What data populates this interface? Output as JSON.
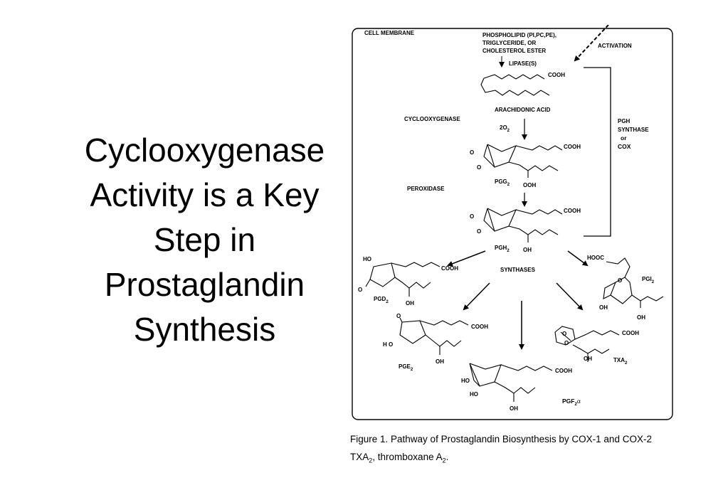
{
  "title": {
    "lines": [
      "Cyclooxygenase",
      "Activity is a Key",
      "Step in",
      "Prostaglandin",
      "Synthesis"
    ]
  },
  "figure": {
    "cell_membrane": "CELL MEMBRANE",
    "phospholipid": [
      "PHOSPHOLIPID (PI,PC,PE),",
      "TRIGLYCERIDE, OR",
      "CHOLESTEROL ESTER"
    ],
    "activation": "ACTIVATION",
    "lipase": "LIPASE(S)",
    "cooh": "COOH",
    "arachidonic_acid": "ARACHIDONIC ACID",
    "cyclooxygenase": "CYCLOOXYGENASE",
    "o2": "2O",
    "o2_sub": "2",
    "peroxidase": "PEROXIDASE",
    "pgh_synthase": [
      "PGH",
      "SYNTHASE",
      "or",
      "COX"
    ],
    "pgg2": "PGG",
    "pgg2_sub": "2",
    "ooh": "OOH",
    "pgh2": "PGH",
    "pgh2_sub": "2",
    "oh": "OH",
    "synthases": "SYNTHASES",
    "ho": "HO",
    "h_o": "H O",
    "o": "O",
    "hooc": "HOOC",
    "pgd2": "PGD",
    "pgd2_sub": "2",
    "pgi2": "PGI",
    "pgi2_sub": "2",
    "pge2": "PGE",
    "pge2_sub": "2",
    "txa2": "TXA",
    "txa2_sub": "2",
    "pgf2a": "PGF",
    "pgf2a_sub": "2",
    "alpha": "α"
  },
  "caption": {
    "line1": "Figure 1. Pathway of Prostaglandin Biosynthesis by COX-1 and COX-2",
    "line2_prefix": "TXA",
    "line2_sub": "2",
    "line2_mid": ", thromboxane A",
    "line2_sub2": "2",
    "line2_end": "."
  }
}
